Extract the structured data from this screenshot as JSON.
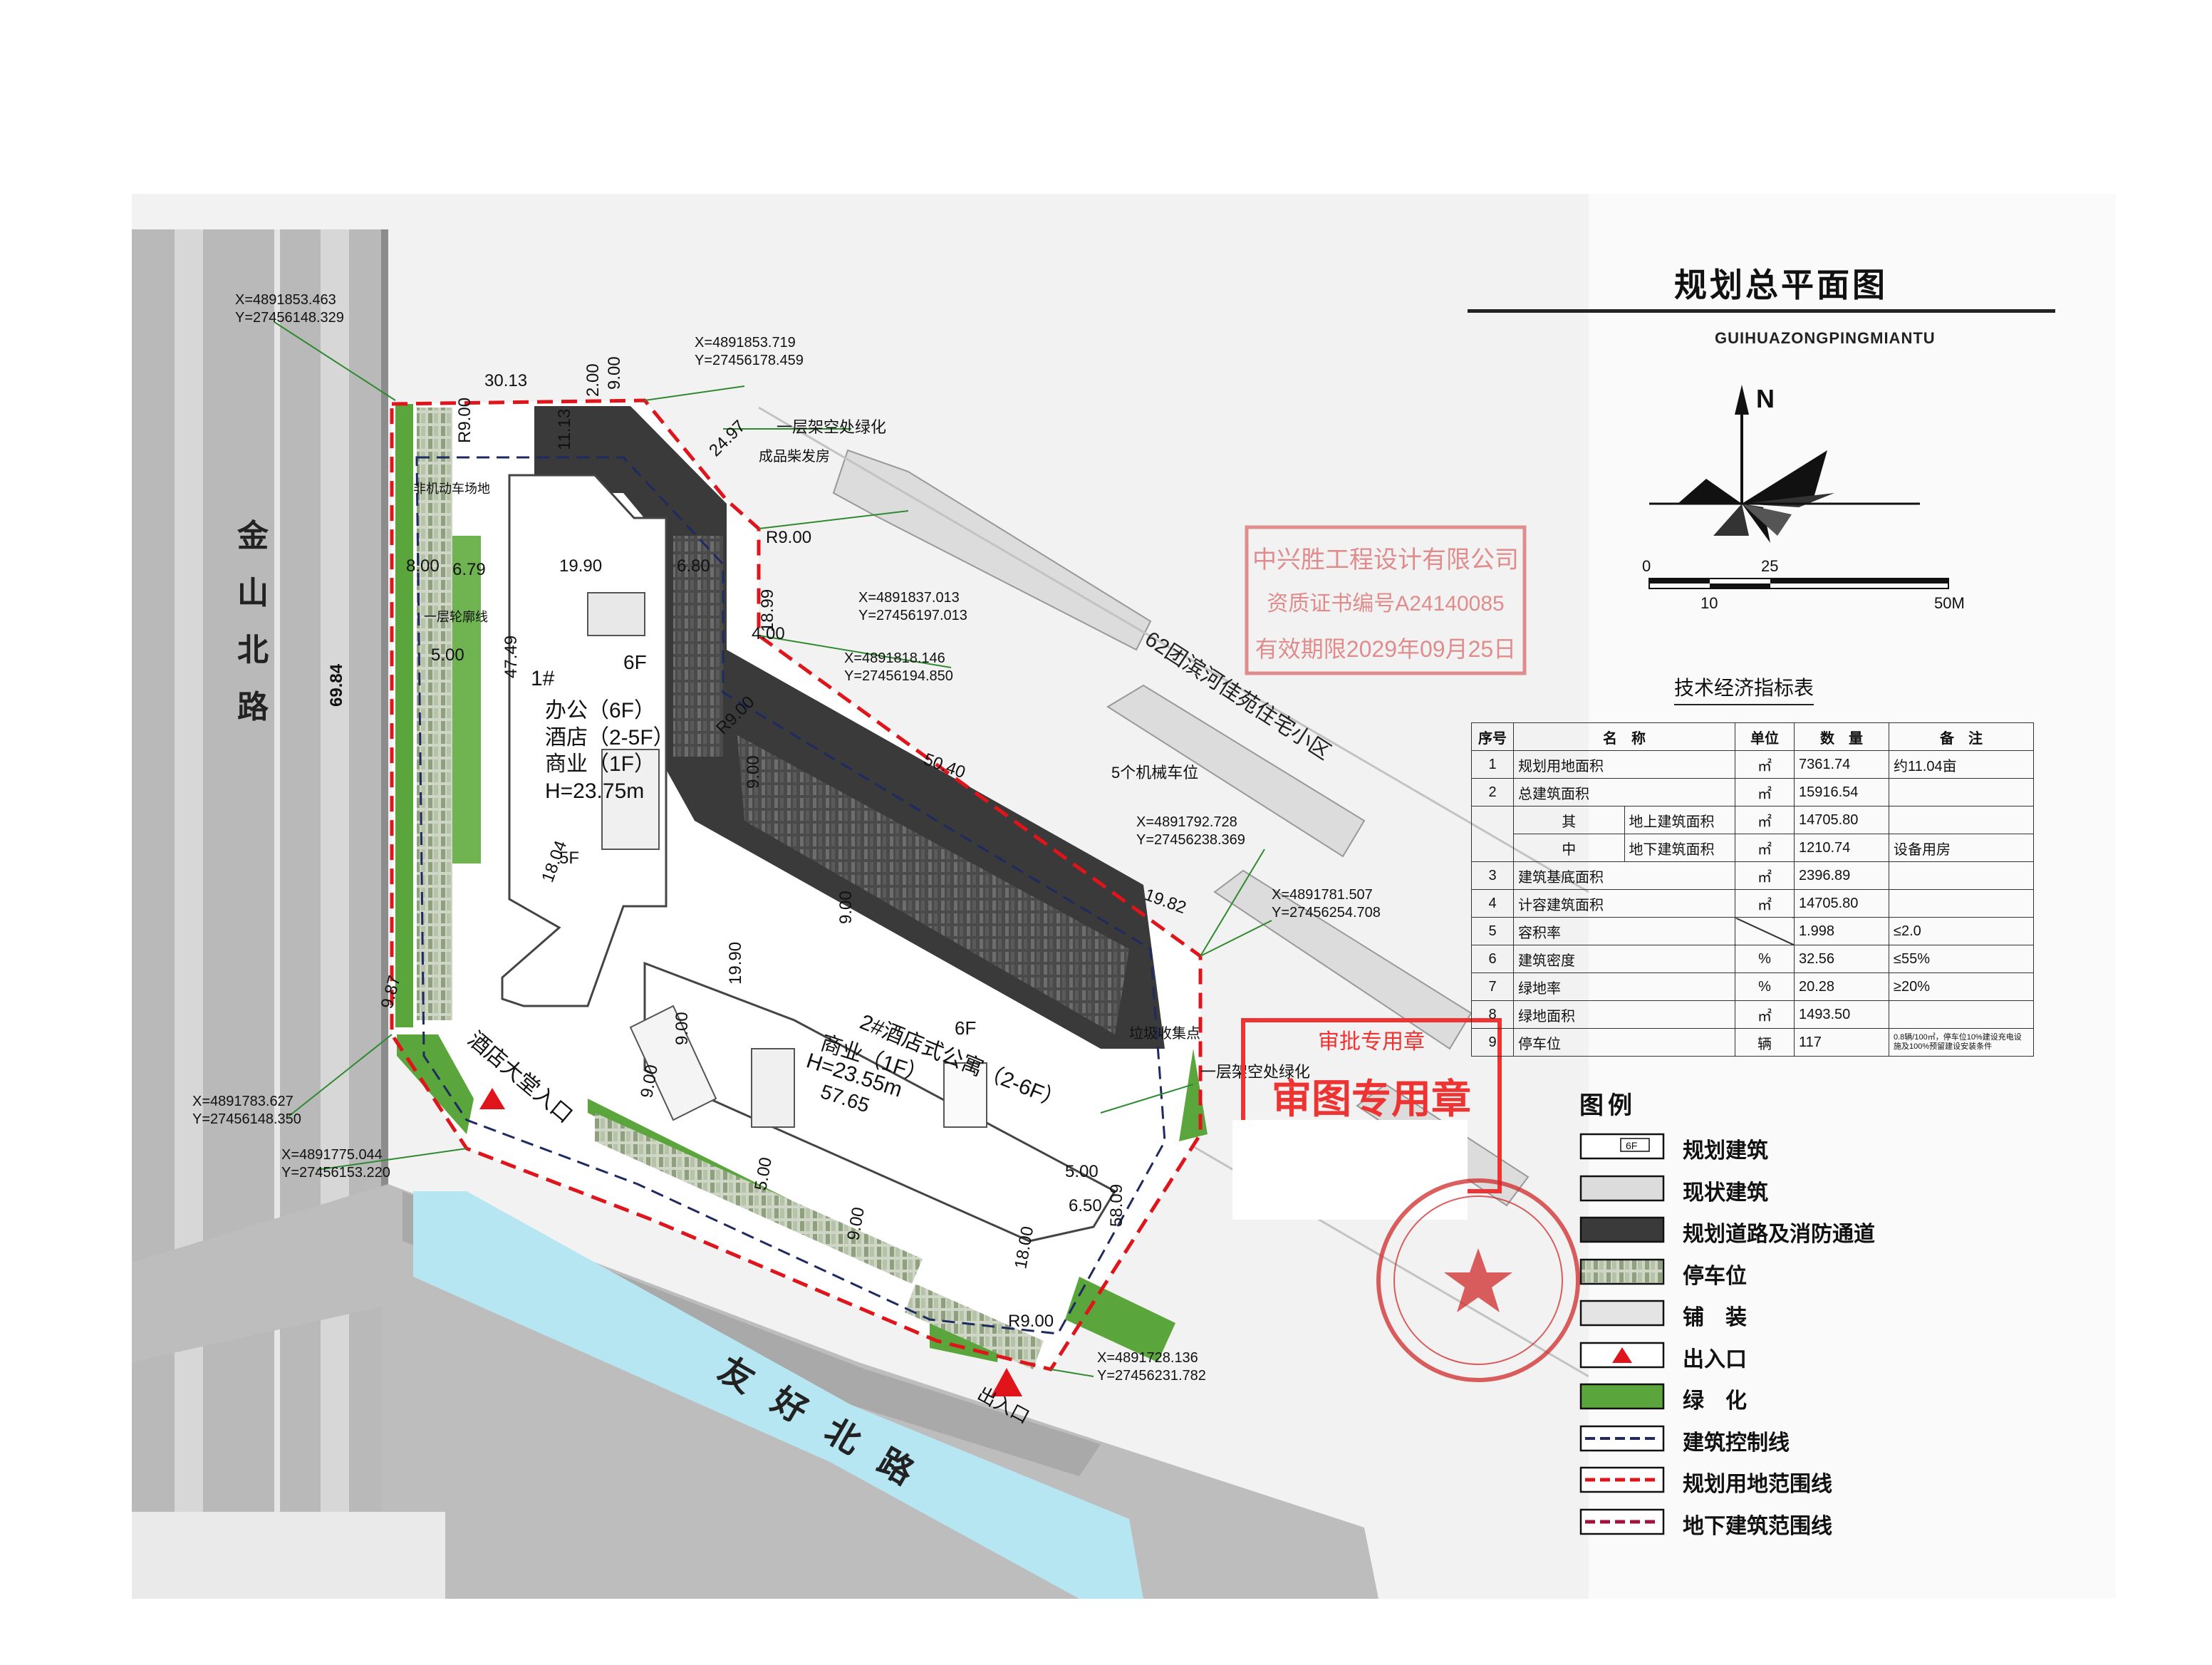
{
  "drawing": {
    "title": "规划总平面图",
    "subtitle": "GUIHUAZONGPINGMIANTU",
    "north": "N",
    "scale_labels": [
      "0",
      "25",
      "10",
      "50M"
    ]
  },
  "stamps": {
    "company_line1": "中兴胜工程设计有限公司",
    "company_line2": "资质证书编号A24140085",
    "company_line3": "有效期限2029年09月25日",
    "red_top": "审批专用章",
    "red_main": "审图专用章"
  },
  "roads": {
    "west": "金山北路",
    "south": "友好北路",
    "west_width": "69.84",
    "residential": "62团滨河佳苑住宅小区"
  },
  "buildings": {
    "b1": {
      "no": "1#",
      "floors": "6F",
      "l1": "办公（6F）",
      "l2": "酒店（2-5F）",
      "l3": "商业（1F）",
      "height": "H=23.75m",
      "wing": "5F"
    },
    "b2": {
      "no": "2#酒店式公寓（2-6F）",
      "floors": "6F",
      "l2": "商业（1F）",
      "height": "H=23.55m",
      "length": "57.65"
    }
  },
  "labels": {
    "greenery_top": "一层架空处绿化",
    "greenery_bottom": "一层架空处绿化",
    "garage": "成品柴发房",
    "bike": "非机动车场地",
    "line1": "一层轮廓线",
    "mech_parking": "5个机械车位",
    "garbage": "垃圾收集点",
    "hotel_entry": "酒店大堂入口",
    "exit": "出入口"
  },
  "coords": [
    "X=4891853.463",
    "Y=27456148.329",
    "X=4891853.719",
    "Y=27456178.459",
    "X=4891837.013",
    "Y=27456197.013",
    "X=4891818.146",
    "Y=27456194.850",
    "X=4891792.728",
    "Y=27456238.369",
    "X=4891781.507",
    "Y=27456254.708",
    "X=4891783.627",
    "Y=27456148.350",
    "X=4891775.044",
    "Y=27456153.220",
    "X=4891728.136",
    "Y=27456231.782"
  ],
  "dims": [
    "30.13",
    "2.00",
    "9.00",
    "R9.00",
    "11.13",
    "24.97",
    "R9.00",
    "18.99",
    "4.00",
    "19.90",
    "6.80",
    "8.00",
    "6.79",
    "47.49",
    "5.00",
    "50.40",
    "R9.00",
    "9.00",
    "19.82",
    "18.04",
    "19.90",
    "9.00",
    "9.00",
    "9.87",
    "9.00",
    "5.00",
    "9.00",
    "5.00",
    "6.50",
    "58.09",
    "18.00",
    "R9.00"
  ],
  "table": {
    "title": "技术经济指标表",
    "headers": [
      "序号",
      "名　称",
      "单位",
      "数　量",
      "备　注"
    ],
    "rows": [
      {
        "no": "1",
        "name": "规划用地面积",
        "unit": "㎡",
        "value": "7361.74",
        "note": "约11.04亩"
      },
      {
        "no": "2",
        "name": "总建筑面积",
        "unit": "㎡",
        "value": "15916.54",
        "note": ""
      },
      {
        "sub": "其",
        "name": "地上建筑面积",
        "unit": "㎡",
        "value": "14705.80",
        "note": ""
      },
      {
        "sub": "中",
        "name": "地下建筑面积",
        "unit": "㎡",
        "value": "1210.74",
        "note": "设备用房"
      },
      {
        "no": "3",
        "name": "建筑基底面积",
        "unit": "㎡",
        "value": "2396.89",
        "note": ""
      },
      {
        "no": "4",
        "name": "计容建筑面积",
        "unit": "㎡",
        "value": "14705.80",
        "note": ""
      },
      {
        "no": "5",
        "name": "容积率",
        "unit": "",
        "value": "1.998",
        "note": "≤2.0"
      },
      {
        "no": "6",
        "name": "建筑密度",
        "unit": "%",
        "value": "32.56",
        "note": "≤55%"
      },
      {
        "no": "7",
        "name": "绿地率",
        "unit": "%",
        "value": "20.28",
        "note": "≥20%"
      },
      {
        "no": "8",
        "name": "绿地面积",
        "unit": "㎡",
        "value": "1493.50",
        "note": ""
      },
      {
        "no": "9",
        "name": "停车位",
        "unit": "辆",
        "value": "117",
        "note": "0.8辆/100㎡，停车位10%建设充电设施及100%预留建设安装条件"
      }
    ]
  },
  "legend": {
    "title": "图例",
    "items": [
      {
        "label": "规划建筑",
        "symbol": "planned-building",
        "tag": "6F"
      },
      {
        "label": "现状建筑",
        "symbol": "existing-building"
      },
      {
        "label": "规划道路及消防通道",
        "symbol": "fire-road"
      },
      {
        "label": "停车位",
        "symbol": "parking"
      },
      {
        "label": "铺　装",
        "symbol": "paving"
      },
      {
        "label": "出入口",
        "symbol": "entrance"
      },
      {
        "label": "绿　化",
        "symbol": "green"
      },
      {
        "label": "建筑控制线",
        "symbol": "control-line"
      },
      {
        "label": "规划用地范围线",
        "symbol": "site-boundary"
      },
      {
        "label": "地下建筑范围线",
        "symbol": "underground-boundary"
      }
    ]
  },
  "colors": {
    "red_line": "#e0141b",
    "green": "#5aa53c",
    "road_dark": "#3a3a3a",
    "water": "#b7e6f3",
    "road": "#b5b5b5"
  }
}
